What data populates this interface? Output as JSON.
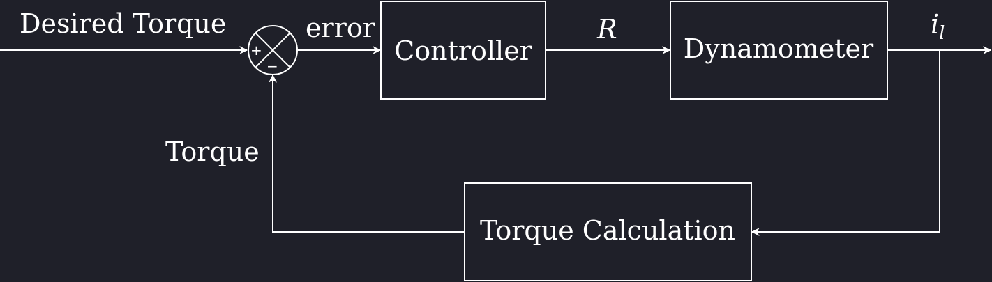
{
  "diagram": {
    "type": "block-diagram",
    "blocks": {
      "controller": "Controller",
      "dynamometer": "Dynamometer",
      "torque_calculation": "Torque Calculation"
    },
    "signals": {
      "input": "Desired Torque",
      "error": "error",
      "r": "R",
      "output_main": "i",
      "output_sub": "l",
      "feedback": "Torque"
    },
    "summing_junction": {
      "plus": "+",
      "minus": "−"
    }
  }
}
